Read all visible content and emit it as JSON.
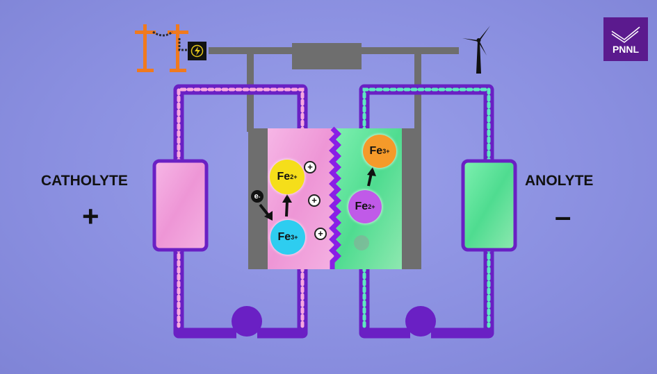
{
  "logo": {
    "text": "PNNL",
    "color": "#5b1a8e"
  },
  "labels": {
    "catholyte": "CATHOLYTE",
    "catholyte_sign": "+",
    "anolyte": "ANOLYTE",
    "anolyte_sign": "–"
  },
  "ions": {
    "left_top": {
      "base": "Fe",
      "charge": "2+",
      "color": "#f5de1a"
    },
    "left_bottom": {
      "base": "Fe",
      "charge": "3+",
      "color": "#2ecdf0"
    },
    "right_top": {
      "base": "Fe",
      "charge": "3+",
      "color": "#f59a2a"
    },
    "right_bottom": {
      "base": "Fe",
      "charge": "2+",
      "color": "#c05ae8"
    }
  },
  "electron": {
    "base": "e",
    "charge": "-"
  },
  "proton_symbol": "+",
  "colors": {
    "tube": "#6a20c4",
    "catholyte": "#f2a6dc",
    "anolyte": "#5ee6a0",
    "electrode": "#6e6e6e",
    "membrane": "#8a1ee6",
    "pole": "#f07a1e"
  },
  "icons": [
    "power-pole-icon",
    "lightning-icon",
    "wind-turbine-icon",
    "pump-icon"
  ]
}
